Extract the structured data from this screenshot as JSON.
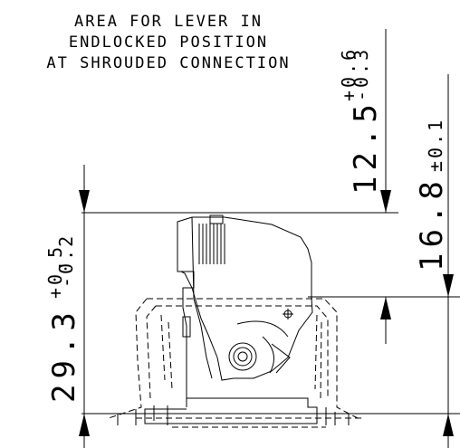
{
  "note": {
    "line1": "AREA FOR LEVER IN",
    "line2": "ENDLOCKED POSITION",
    "line3": "AT SHROUDED CONNECTION"
  },
  "dimensions": {
    "left": {
      "nominal": "29.3",
      "tol_plus": "+0.5",
      "tol_minus": "-0.2"
    },
    "middle": {
      "nominal": "12.5",
      "tol_plus": "+0.6",
      "tol_minus": "-0.3"
    },
    "right": {
      "nominal": "16.8",
      "tol": "±0.1"
    }
  },
  "colors": {
    "ink": "#000000",
    "background": "#ffffff"
  }
}
